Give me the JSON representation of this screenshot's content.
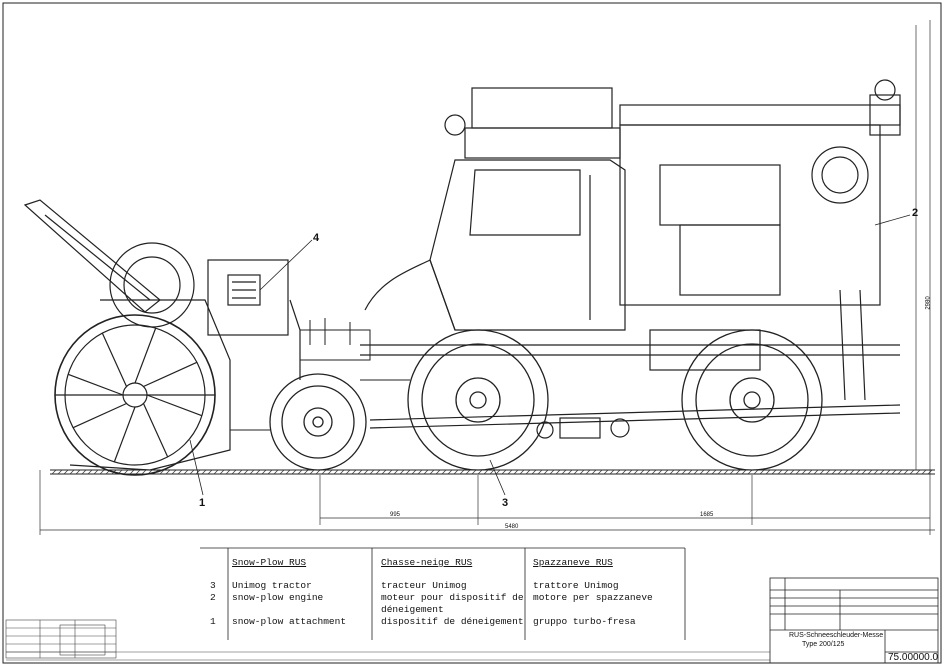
{
  "callouts": {
    "c1": "1",
    "c2": "2",
    "c3": "3",
    "c4": "4"
  },
  "dimensions": {
    "d1": "995",
    "d2": "1685",
    "d_total": "5480",
    "d_height": "2980"
  },
  "legend": {
    "columns": [
      {
        "heading": "Snow-Plow RUS",
        "lines": [
          "Unimog tractor",
          "snow-plow engine",
          "",
          "snow-plow attachment"
        ]
      },
      {
        "heading": "Chasse-neige RUS",
        "lines": [
          "tracteur Unimog",
          "moteur pour dispositif de",
          "déneigement",
          "dispositif de déneigement"
        ]
      },
      {
        "heading": "Spazzaneve RUS",
        "lines": [
          "trattore Unimog",
          "motore per spazzaneve",
          "",
          "gruppo turbo-fresa"
        ]
      }
    ],
    "numbers": [
      "3",
      "2",
      "1"
    ]
  },
  "title_block": {
    "title": "RUS-Schneeschleuder-Messe",
    "type": "Type 200/125",
    "drawing_number": "75.00000.0"
  },
  "colors": {
    "ink": "#111111",
    "paper": "#ffffff"
  }
}
